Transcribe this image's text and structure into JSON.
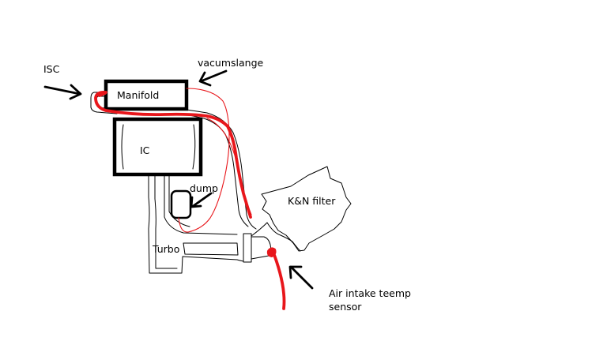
{
  "labels": {
    "isc": "ISC",
    "vacuum_hose": "vacumslange",
    "manifold": "Manifold",
    "intercooler": "IC",
    "dump": "dump",
    "filter": "K&N filter",
    "turbo": "Turbo",
    "sensor_line1": "Air intake teemp",
    "sensor_line2": "sensor"
  },
  "colors": {
    "ink": "#000000",
    "highlight": "#e8161b",
    "background": "#ffffff"
  }
}
